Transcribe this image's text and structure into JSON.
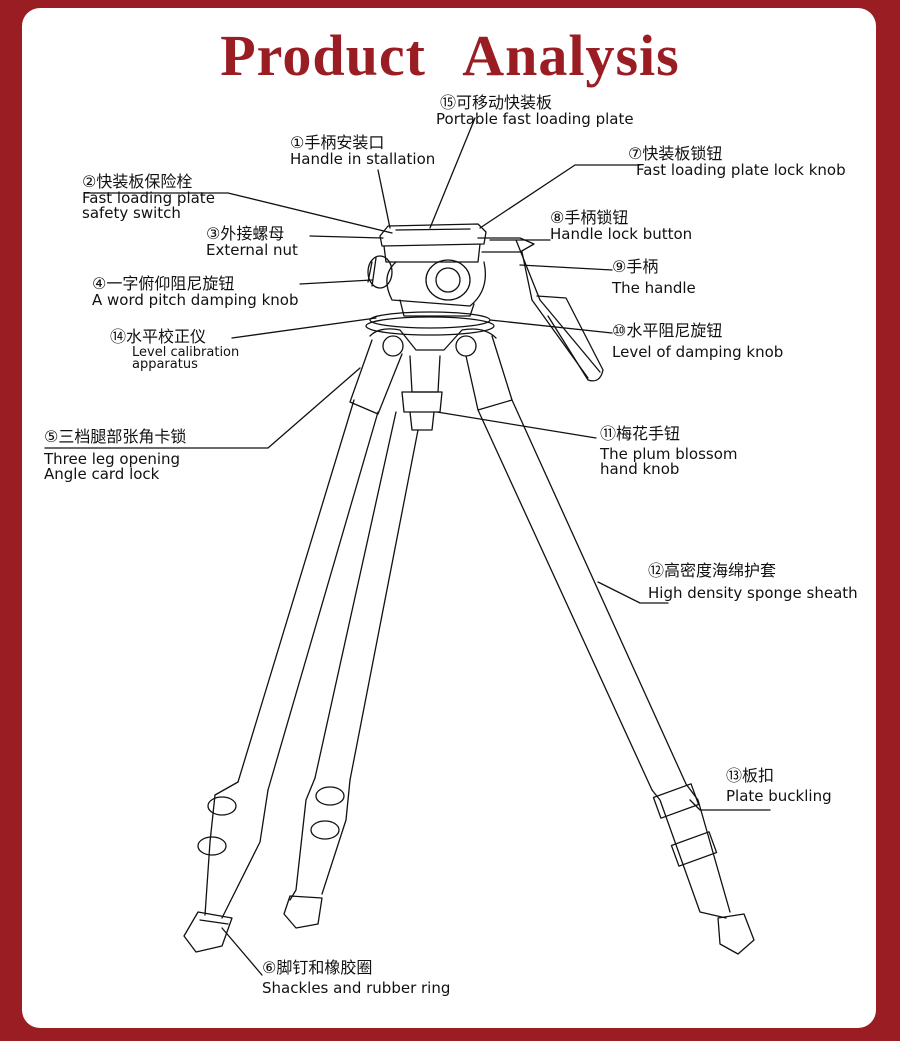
{
  "title": "Product   Analysis",
  "labels": {
    "l1": {
      "cn": "①手柄安装口",
      "en": "Handle in stallation"
    },
    "l2": {
      "cn": "②快装板保险栓",
      "en": "Fast loading plate",
      "en2": "safety switch"
    },
    "l3": {
      "cn": "③外接螺母",
      "en": "External nut"
    },
    "l4": {
      "cn": "④一字俯仰阻尼旋钮",
      "en": "A word pitch damping knob"
    },
    "l5": {
      "cn": "⑤三档腿部张角卡锁",
      "en": "Three leg opening",
      "en2": "Angle card lock"
    },
    "l6": {
      "cn": "⑥脚钉和橡胶圈",
      "en": "Shackles and rubber ring"
    },
    "l7": {
      "cn": "⑦快装板锁钮",
      "en": "Fast loading plate lock knob"
    },
    "l8": {
      "cn": "⑧手柄锁钮",
      "en": "Handle lock button"
    },
    "l9": {
      "cn": "⑨手柄",
      "en": "The handle"
    },
    "l10": {
      "cn": "⑩水平阻尼旋钮",
      "en": "Level of damping knob"
    },
    "l11": {
      "cn": "⑪梅花手钮",
      "en": "The plum blossom",
      "en2": "hand knob"
    },
    "l12": {
      "cn": "⑫高密度海绵护套",
      "en": "High density sponge sheath"
    },
    "l13": {
      "cn": "⑬板扣",
      "en": "Plate buckling"
    },
    "l14": {
      "cn": "⑭水平校正仪",
      "en": "Level calibration",
      "en2": "apparatus"
    },
    "l15": {
      "cn": "⑮可移动快装板",
      "en": "Portable fast loading plate"
    }
  },
  "colors": {
    "frame": "#9b1d24",
    "background": "#ffffff",
    "ink": "#111111"
  }
}
